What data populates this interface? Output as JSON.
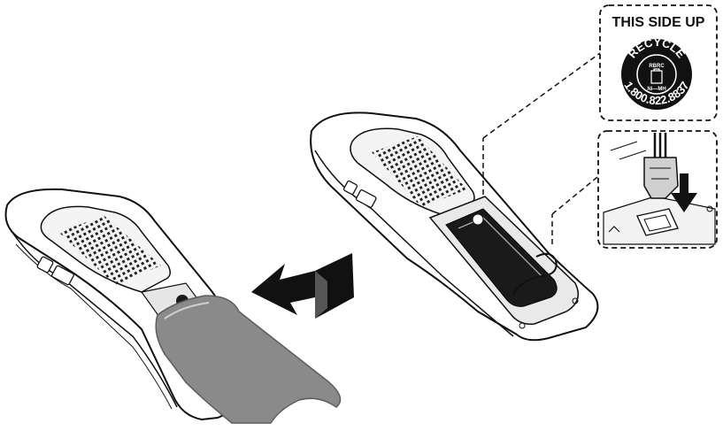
{
  "callout_top": {
    "title": "THIS SIDE UP",
    "seal": {
      "top_text": "RECYCLE",
      "org": "RBRC",
      "chem": "Ni—MH",
      "phone": "1.800.822.8837"
    }
  },
  "colors": {
    "ink": "#111111",
    "cover": "#8a8a8a",
    "cover_edge": "#5c5c5c",
    "body_fill": "#ffffff",
    "body_shade": "#d9d9d9",
    "battery": "#1a1a1a"
  },
  "icons": {
    "left_handset": "cordless-handset-back",
    "right_handset": "cordless-handset-open",
    "arrow": "insert-arrow",
    "connector": "battery-plug-connector",
    "seal": "recycle-seal"
  }
}
